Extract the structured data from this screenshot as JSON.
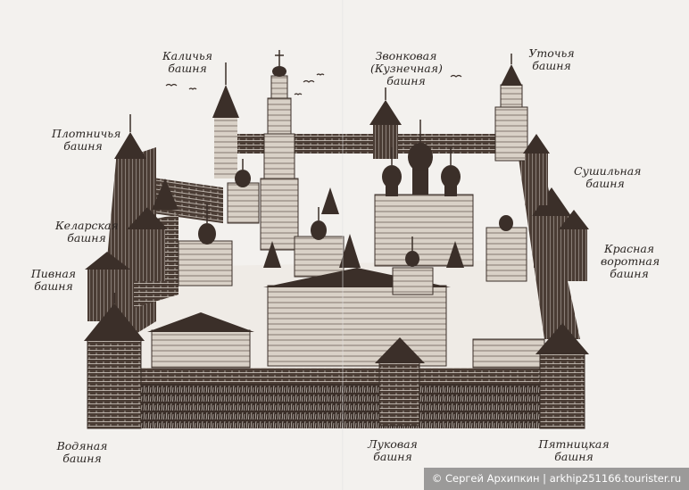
{
  "labels": {
    "kalichya": [
      "Каличья",
      "башня"
    ],
    "zvonkovaya": [
      "Звонковая",
      "(Кузнечная)",
      "башня"
    ],
    "utochya": [
      "Уточья",
      "башня"
    ],
    "plotnichya": [
      "Плотничья",
      "башня"
    ],
    "sushilnaya": [
      "Сушильная",
      "башня"
    ],
    "kelarskaya": [
      "Келарская",
      "башня"
    ],
    "krasnaya": [
      "Красная",
      "воротная",
      "башня"
    ],
    "pivnaya": [
      "Пивная",
      "башня"
    ],
    "vodyanaya": [
      "Водяная",
      "башня"
    ],
    "lukovaya": [
      "Луковая",
      "башня"
    ],
    "pyatnitskaya": [
      "Пятницкая",
      "башня"
    ]
  },
  "watermark": "© Сергей Архипкин | arkhip251166.tourister.ru",
  "colors": {
    "ink": "#3b2f29",
    "paper": "#f3f1ee"
  }
}
